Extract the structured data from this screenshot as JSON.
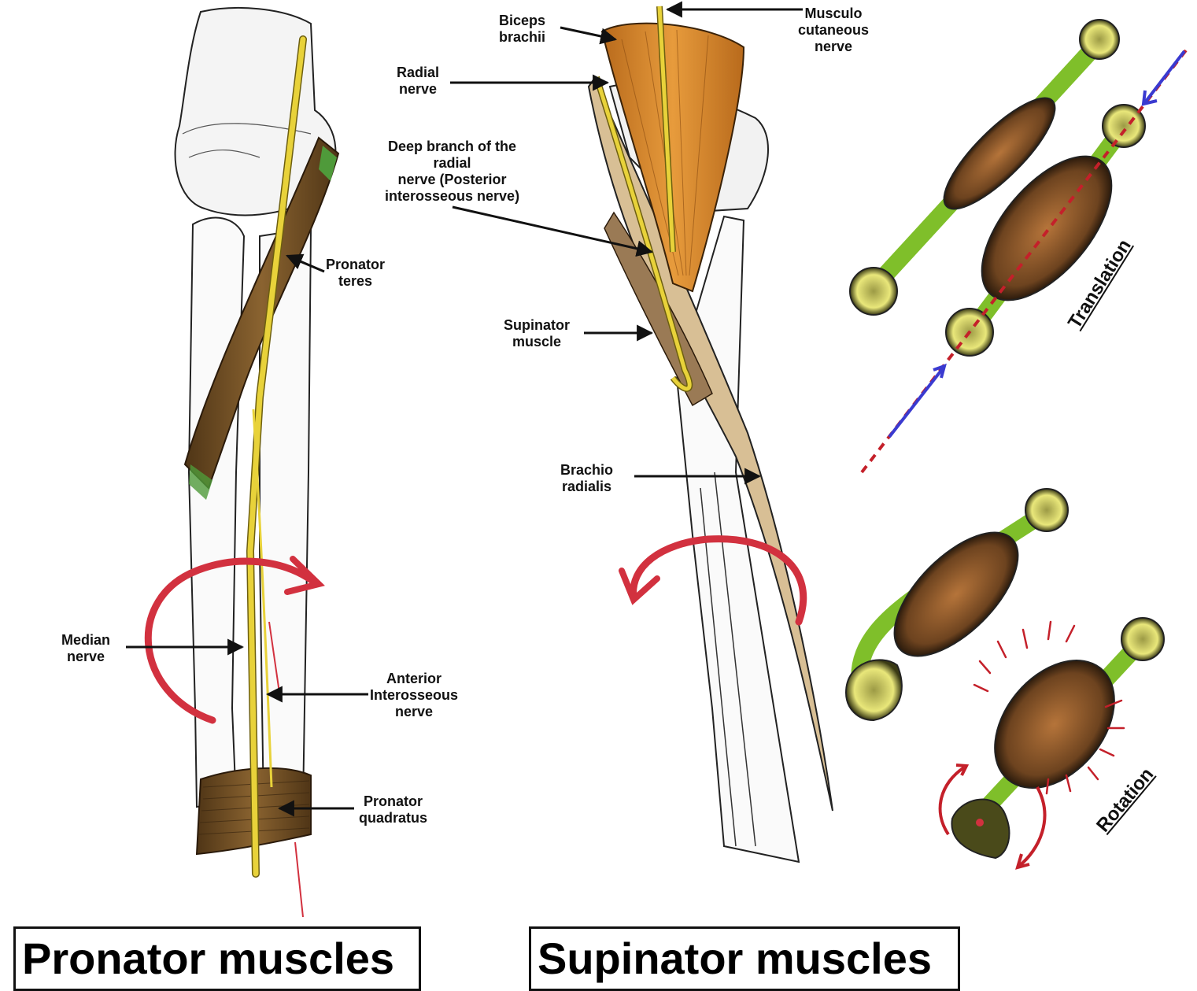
{
  "labels": {
    "pronator_teres": "Pronator\nteres",
    "median_nerve": "Median\nnerve",
    "anterior_interosseous": "Anterior\nInterosseous\nnerve",
    "pronator_quadratus": "Pronator\nquadratus",
    "biceps_brachii": "Biceps\nbrachii",
    "musculocutaneous": "Musculo\ncutaneous\nnerve",
    "radial_nerve": "Radial\nnerve",
    "deep_branch": "Deep branch of the\nradial\nnerve (Posterior\ninterosseous nerve)",
    "supinator_muscle": "Supinator\nmuscle",
    "brachioradialis": "Brachio\nradialis",
    "translation": "Translation",
    "rotation": "Rotation"
  },
  "titles": {
    "pronator": "Pronator muscles",
    "supinator": "Supinator muscles"
  },
  "colors": {
    "nerve": "#e8d23a",
    "muscle_brown": "#6b4a22",
    "muscle_orange": "#d98a2b",
    "arrow_red": "#d2313f",
    "tendon_green": "#7fbf2a",
    "axis_blue": "#3a3ad0"
  }
}
